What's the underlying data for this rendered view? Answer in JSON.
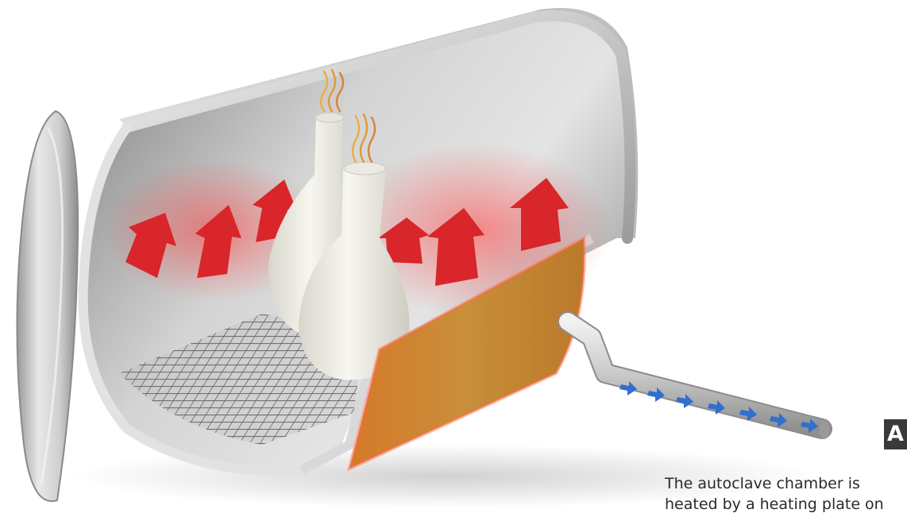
{
  "figure": {
    "panel_label": "A",
    "caption_lines": [
      "The autoclave chamber is",
      "heated by a heating plate on"
    ]
  },
  "colors": {
    "steel_light": "#e9e9e9",
    "steel_mid": "#bdbdbd",
    "steel_dark": "#8a8a8a",
    "heat_arrow_red": "#d8262a",
    "heat_glow": "#ff3b3b",
    "heating_plate": "#c9842e",
    "steam_arrow_blue": "#2f6fd0",
    "flask_white": "#f1efe6",
    "grate": "#6f6f6f",
    "badge": "#3a3a3a"
  },
  "icons": {
    "heat_arrows": "heat-arrow-icon",
    "steam_flow_arrows": "steam-flow-arrow-icon",
    "steam_wisps": "steam-wisp-icon"
  }
}
